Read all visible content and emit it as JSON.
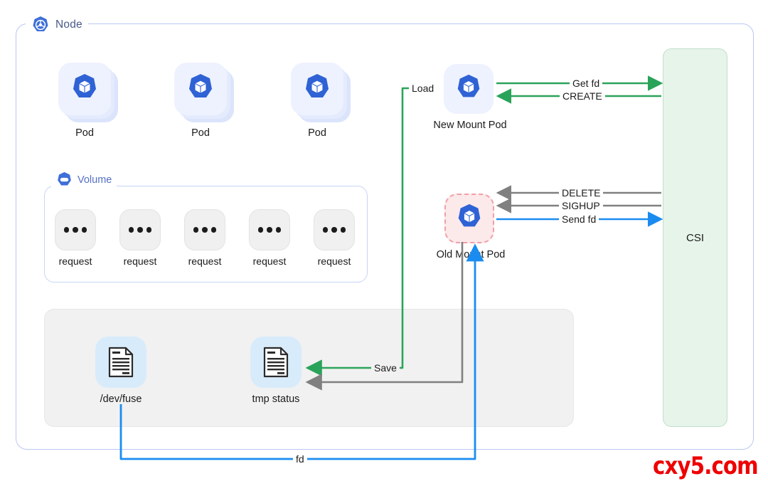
{
  "node": {
    "label": "Node",
    "icon": "kubernetes-wheel-icon",
    "border_color": "#b9c8f2"
  },
  "volume": {
    "label": "Volume",
    "icon": "volume-capsule-icon",
    "border_color": "#c6d4f5"
  },
  "pods": [
    {
      "label": "Pod",
      "icon": "kubernetes-pod-icon"
    },
    {
      "label": "Pod",
      "icon": "kubernetes-pod-icon"
    },
    {
      "label": "Pod",
      "icon": "kubernetes-pod-icon"
    }
  ],
  "requests": [
    {
      "label": "request",
      "icon": "ellipsis-icon"
    },
    {
      "label": "request",
      "icon": "ellipsis-icon"
    },
    {
      "label": "request",
      "icon": "ellipsis-icon"
    },
    {
      "label": "request",
      "icon": "ellipsis-icon"
    },
    {
      "label": "request",
      "icon": "ellipsis-icon"
    }
  ],
  "mount_pods": {
    "new": {
      "label": "New Mount Pod",
      "icon": "kubernetes-pod-icon",
      "state": "normal"
    },
    "old": {
      "label": "Old Mount Pod",
      "icon": "kubernetes-pod-icon",
      "state": "terminating",
      "fill": "#fce9ea",
      "border": "#f0a0a8"
    }
  },
  "files": [
    {
      "label": "/dev/fuse",
      "icon": "document-icon"
    },
    {
      "label": "tmp status",
      "icon": "document-icon"
    }
  ],
  "csi": {
    "label": "CSI",
    "fill": "#e7f4ea",
    "border": "#c2dfcb"
  },
  "flows": [
    {
      "label": "Get fd",
      "color": "#2aa35a",
      "direction": "right",
      "from": "new-mount-pod",
      "to": "csi"
    },
    {
      "label": "CREATE",
      "color": "#2aa35a",
      "direction": "left",
      "from": "csi",
      "to": "new-mount-pod"
    },
    {
      "label": "DELETE",
      "color": "#808080",
      "direction": "left",
      "from": "csi",
      "to": "old-mount-pod"
    },
    {
      "label": "SIGHUP",
      "color": "#808080",
      "direction": "left",
      "from": "csi",
      "to": "old-mount-pod"
    },
    {
      "label": "Send fd",
      "color": "#1a8cf0",
      "direction": "right",
      "from": "old-mount-pod",
      "to": "csi"
    },
    {
      "label": "Load",
      "color": "#2aa35a",
      "direction": "left",
      "from": "tmp-status",
      "to": "new-mount-pod"
    },
    {
      "label": "Save",
      "color": "#808080",
      "direction": "left",
      "from": "old-mount-pod",
      "to": "tmp-status"
    },
    {
      "label": "fd",
      "color": "#1a8cf0",
      "direction": "up",
      "from": "dev-fuse",
      "to": "old-mount-pod"
    }
  ],
  "watermark": {
    "text": "cxy5.com",
    "color": "#ee0000"
  }
}
